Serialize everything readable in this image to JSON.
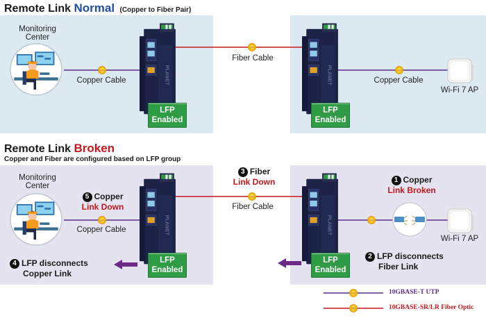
{
  "colors": {
    "title_normal_accent": "#1f4e9c",
    "title_broken_accent": "#c4161c",
    "copper_line": "#5b2d8a",
    "fiber_line": "#c4161c",
    "lfp_green": "#2f9b44",
    "panel_normal_bg": "#dce9f1",
    "panel_broken_bg": "#e4e3ef",
    "arrow_purple": "#6a2a86"
  },
  "top": {
    "title_prefix": "Remote Link ",
    "title_highlight": "Normal",
    "title_note": "(Copper to Fiber Pair)",
    "monitoring_line1": "Monitoring",
    "monitoring_line2": "Center",
    "copper_cable_left": "Copper Cable",
    "fiber_cable": "Fiber Cable",
    "copper_cable_right": "Copper Cable",
    "wifi_ap": "Wi-Fi 7 AP",
    "lfp_left_line1": "LFP",
    "lfp_left_line2": "Enabled",
    "lfp_right_line1": "LFP",
    "lfp_right_line2": "Enabled",
    "badge": "10G"
  },
  "bottom": {
    "title_prefix": "Remote Link ",
    "title_highlight": "Broken",
    "subtitle": "Copper and Fiber are configured based on LFP group",
    "monitoring_line1": "Monitoring",
    "monitoring_line2": "Center",
    "step3_num": "3",
    "step3_line1": "Fiber",
    "step3_line2": "Link Down",
    "fiber_cable": "Fiber Cable",
    "step1_num": "1",
    "step1_line1": "Copper",
    "step1_line2": "Link Broken",
    "step5_num": "5",
    "step5_line1": "Copper",
    "step5_line2": "Link Down",
    "copper_cable_left": "Copper Cable",
    "wifi_ap": "Wi-Fi 7 AP",
    "step4_num": "4",
    "step4_line1": "LFP disconnects",
    "step4_line2": "Copper Link",
    "step2_num": "2",
    "step2_line1": "LFP disconnects",
    "step2_line2": "Fiber Link",
    "lfp_left_line1": "LFP",
    "lfp_left_line2": "Enabled",
    "lfp_right_line1": "LFP",
    "lfp_right_line2": "Enabled",
    "badge": "10G"
  },
  "legend": {
    "utp_label": "10GBASE-T UTP",
    "fiber_label": "10GBASE-SR/LR Fiber Optic",
    "badge": "10G"
  },
  "icons": {
    "device": "industrial-media-converter-icon",
    "operator": "monitoring-operator-icon",
    "ap": "wifi-access-point-icon",
    "broken_cable": "broken-cable-icon"
  }
}
